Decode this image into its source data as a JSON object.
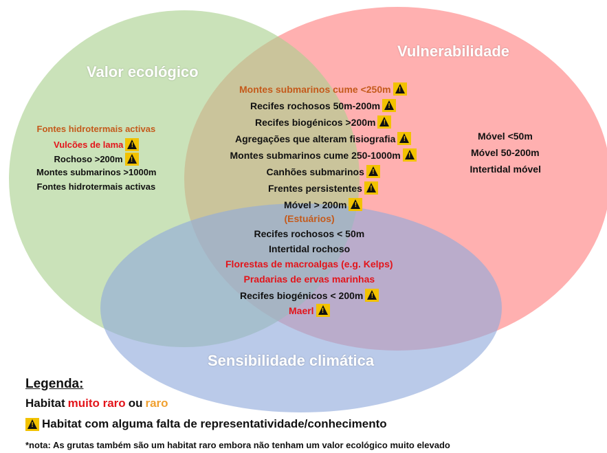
{
  "sets": {
    "valor": "Valor ecológico",
    "vulnerabilidade": "Vulnerabilidade",
    "sensibilidade": "Sensibilidade climática"
  },
  "left_items": [
    {
      "text": "Fontes hidrotermais activas",
      "status": "rare",
      "warning": false
    },
    {
      "text": "Vulcões de lama",
      "status": "very_rare",
      "warning": true
    },
    {
      "text": "Rochoso >200m",
      "status": "normal",
      "warning": true
    },
    {
      "text": "Montes submarinos >1000m",
      "status": "normal",
      "warning": false
    },
    {
      "text": "Fontes hidrotermais activas",
      "status": "normal",
      "warning": false
    }
  ],
  "center_top_items": [
    {
      "text": "Montes submarinos cume <250m",
      "status": "rare",
      "warning": true
    },
    {
      "text": "Recifes rochosos 50m-200m",
      "status": "normal",
      "warning": true
    },
    {
      "text": "Recifes biogénicos >200m",
      "status": "normal",
      "warning": true
    },
    {
      "text": "Agregações que alteram fisiografia",
      "status": "normal",
      "warning": true
    },
    {
      "text": "Montes submarinos cume 250-1000m",
      "status": "normal",
      "warning": true
    },
    {
      "text": "Canhões submarinos",
      "status": "normal",
      "warning": true
    },
    {
      "text": "Frentes persistentes",
      "status": "normal",
      "warning": true
    },
    {
      "text": "Móvel > 200m",
      "status": "normal",
      "warning": true
    }
  ],
  "right_items": [
    {
      "text": "Móvel <50m",
      "status": "normal",
      "warning": false
    },
    {
      "text": "Móvel 50-200m",
      "status": "normal",
      "warning": false
    },
    {
      "text": "Intertidal móvel",
      "status": "normal",
      "warning": false
    }
  ],
  "triple_items": [
    {
      "text": "(Estuários)",
      "status": "rare",
      "warning": false
    },
    {
      "text": "Recifes rochosos < 50m",
      "status": "normal",
      "warning": false
    },
    {
      "text": "Intertidal rochoso",
      "status": "normal",
      "warning": false
    },
    {
      "text": "Florestas de macroalgas (e.g. Kelps)",
      "status": "very_rare",
      "warning": false
    },
    {
      "text": "Pradarias de ervas marinhas",
      "status": "very_rare",
      "warning": false
    },
    {
      "text": "Recifes biogénicos < 200m",
      "status": "normal",
      "warning": true
    },
    {
      "text": "Maerl",
      "status": "very_rare",
      "warning": true
    }
  ],
  "legend": {
    "title": "Legenda:",
    "habitat_prefix": "Habitat",
    "very_rare_label": "muito raro",
    "connector": "ou",
    "rare_label": "raro",
    "warning_label": "Habitat com alguma falta de representatividade/conhecimento",
    "note": "*nota: As grutas também são um habitat raro embora não tenham um valor ecológico muito elevado"
  },
  "colors": {
    "valor_fill": "#a9d18e",
    "vulnerabilidade_fill": "#ff7f7f",
    "sensibilidade_fill": "#8faadc",
    "very_rare_text": "#e3141a",
    "rare_text": "#c45a1b",
    "warning_icon": "#f2c200"
  }
}
